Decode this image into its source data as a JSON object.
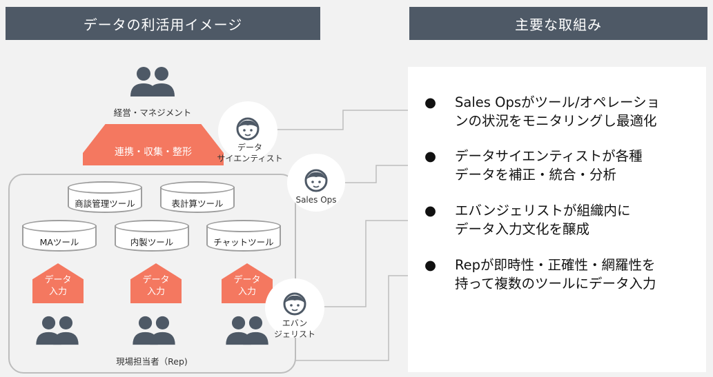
{
  "headers": {
    "left": "データの利活用イメージ",
    "right": "主要な取組み"
  },
  "management": {
    "label": "経営・マネジメント"
  },
  "roof": {
    "label": "連携・収集・整形"
  },
  "tools": [
    {
      "label": "商談管理ツール"
    },
    {
      "label": "表計算ツール"
    },
    {
      "label": "MAツール"
    },
    {
      "label": "内製ツール"
    },
    {
      "label": "チャットツール"
    }
  ],
  "inputs": [
    {
      "label": "データ\n入力"
    },
    {
      "label": "データ\n入力"
    },
    {
      "label": "データ\n入力"
    }
  ],
  "rep": {
    "label": "現場担当者（Rep)"
  },
  "roles": {
    "data_scientist": "データ\nサイエンティスト",
    "sales_ops": "Sales Ops",
    "evangelist": "エバン\nジェリスト"
  },
  "bullets": [
    {
      "mark": "●",
      "text": "Sales Opsがツール/オペレーショ\nンの状況をモニタリングし最適化"
    },
    {
      "mark": "●",
      "text": "データサイエンティストが各種\nデータを補正・統合・分析"
    },
    {
      "mark": "●",
      "text": "エバンジェリストが組織内に\nデータ入力文化を醸成"
    },
    {
      "mark": "●",
      "text": "Repが即時性・正確性・網羅性を\n持って複数のツールにデータ入力"
    }
  ],
  "colors": {
    "header_bg": "#4e5966",
    "accent": "#f47860",
    "icon": "#4e5966",
    "border": "#bdbdbd"
  }
}
